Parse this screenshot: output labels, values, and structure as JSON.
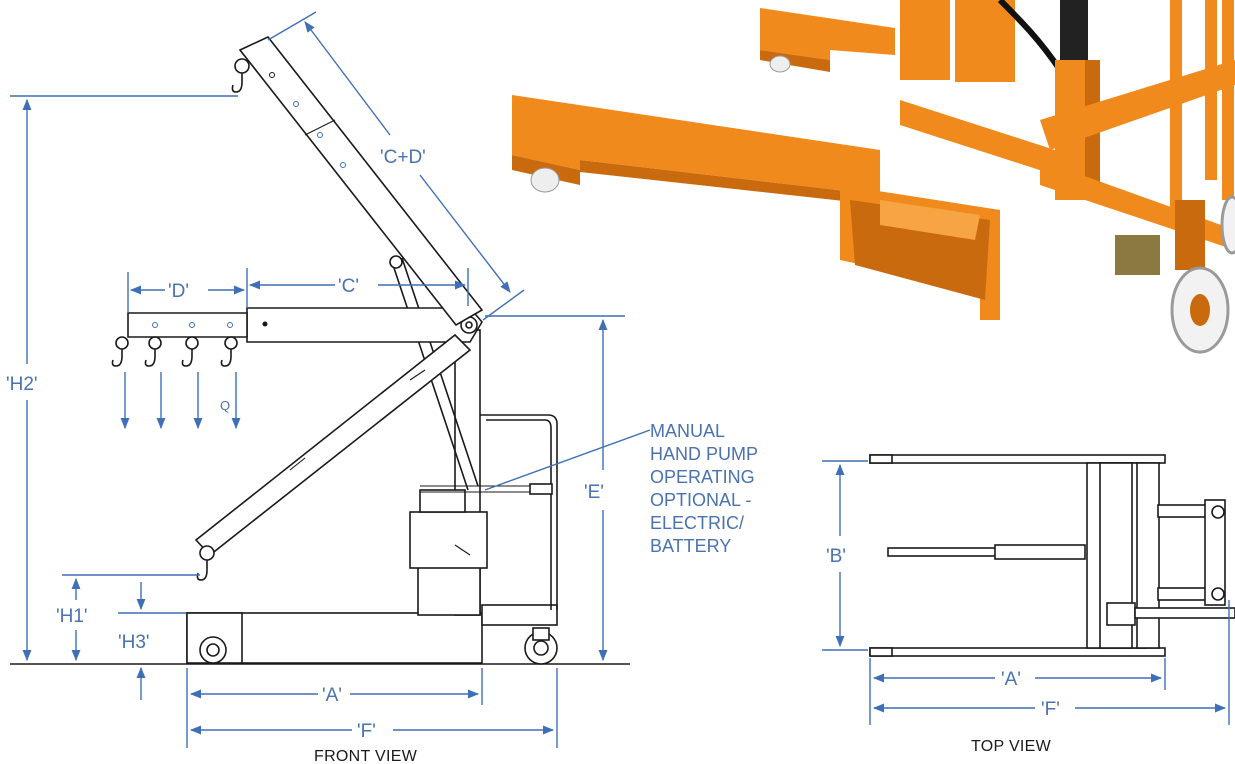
{
  "labels": {
    "h2": "'H2'",
    "cd": "'C+D'",
    "d": "'D'",
    "c": "'C'",
    "q": "Q",
    "e": "'E'",
    "h1": "'H1'",
    "h3": "'H3'",
    "a_front": "'A'",
    "f_front": "'F'",
    "b": "'B'",
    "a_top": "'A'",
    "f_top": "'F'"
  },
  "captions": {
    "front_view": "FRONT VIEW",
    "top_view": "TOP VIEW"
  },
  "pump_note": [
    "MANUAL",
    "HAND PUMP",
    "OPERATING",
    "OPTIONAL -",
    "ELECTRIC/",
    "BATTERY"
  ],
  "colors": {
    "dimension": "#3f6fb6",
    "outline": "#1a1a1a",
    "product": "#f08a1c"
  }
}
